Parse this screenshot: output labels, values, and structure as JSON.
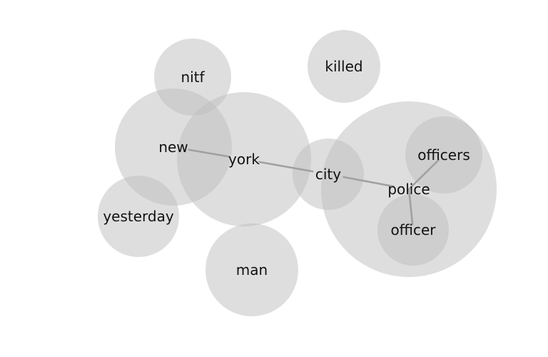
{
  "words": [
    {
      "id": "nitf",
      "label": "nitf",
      "weight": 0.33
    },
    {
      "id": "killed",
      "label": "killed",
      "weight": 0.31
    },
    {
      "id": "new",
      "label": "new",
      "weight": 0.5
    },
    {
      "id": "york",
      "label": "york",
      "weight": 0.58
    },
    {
      "id": "city",
      "label": "city",
      "weight": 0.31
    },
    {
      "id": "police",
      "label": "police",
      "weight": 0.76
    },
    {
      "id": "officers",
      "label": "officers",
      "weight": 0.33
    },
    {
      "id": "officer",
      "label": "officer",
      "weight": 0.31
    },
    {
      "id": "yesterday",
      "label": "yesterday",
      "weight": 0.35
    },
    {
      "id": "man",
      "label": "man",
      "weight": 0.4
    }
  ],
  "links": [
    {
      "source": "new",
      "target": "york"
    },
    {
      "source": "york",
      "target": "city"
    },
    {
      "source": "city",
      "target": "police"
    },
    {
      "source": "police",
      "target": "officers"
    },
    {
      "source": "police",
      "target": "officer"
    }
  ],
  "colors": {
    "bubble": "#bdbdbd",
    "edge": "#a0a0a0",
    "text": "#111111"
  }
}
